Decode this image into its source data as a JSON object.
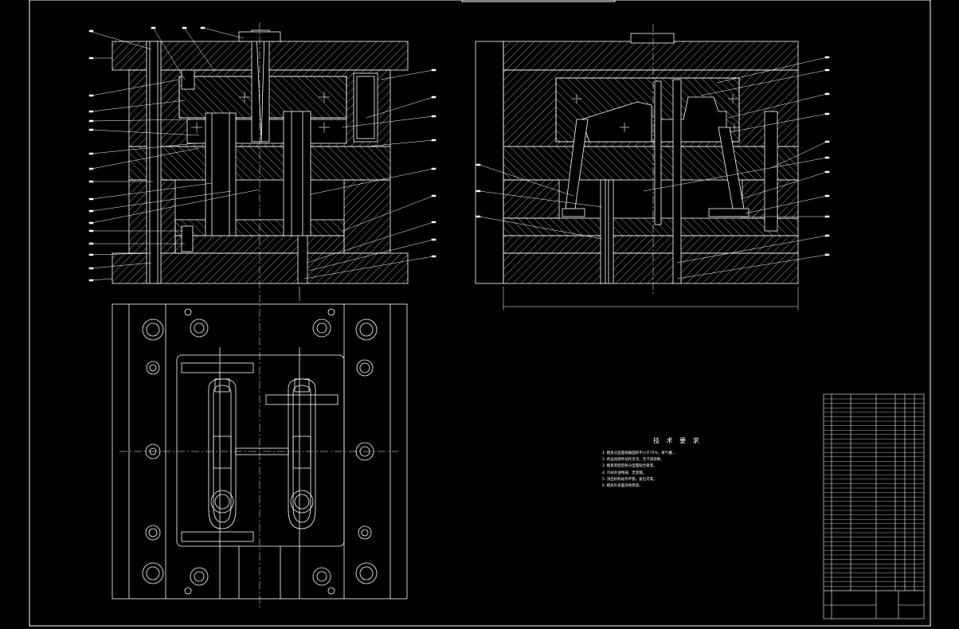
{
  "drawing": {
    "colors": {
      "background": "#000000",
      "lines": "#ffffff",
      "hatch": "#ffffff"
    }
  },
  "technical_requirements": {
    "title": "技 术 要 求",
    "notes": [
      "1. 模具分型面接触面积不小于75%，排气槽…",
      "2. 各运动部件动作灵活，无卡滞现象。",
      "3. 模具装配后各分型面贴合紧密。",
      "4. 冷却水道畅通，无渗漏。",
      "5. 顶出机构动作平稳，复位可靠。",
      "6. 模具外表面涂防锈漆。"
    ]
  }
}
